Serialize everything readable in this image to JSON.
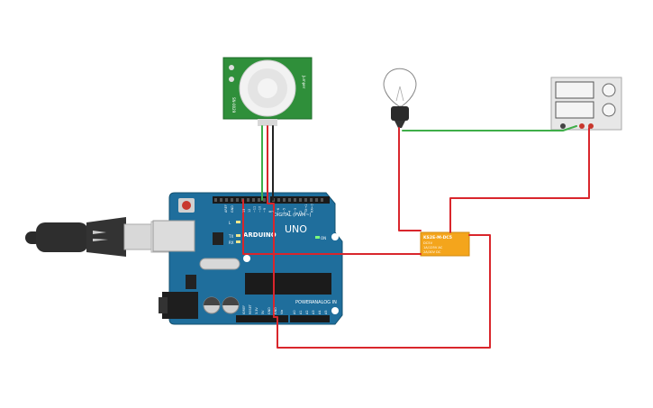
{
  "arduino": {
    "brand": "ARDUINO",
    "model": "UNO",
    "digital_header_label": "DIGITAL (PWM~)",
    "power_label": "POWER",
    "analog_label": "ANALOG IN",
    "tx_label": "TX",
    "rx_label": "RX",
    "on_label": "ON",
    "l_label": "L",
    "aref_label": "AREF",
    "gnd_label": "GND",
    "digital_pins": [
      "13",
      "12",
      "~11",
      "~10",
      "~9",
      "8",
      "7",
      "~6",
      "~5",
      "4",
      "~3",
      "2",
      "TX→1",
      "RX←0"
    ],
    "power_pins": [
      "IOREF",
      "RESET",
      "3.3V",
      "5V",
      "GND",
      "GND",
      "Vin"
    ],
    "analog_pins": [
      "A0",
      "A1",
      "A2",
      "A3",
      "A4",
      "A5"
    ]
  },
  "relay": {
    "line1": "KS2E-M-DC5",
    "line2": "DC5V",
    "line3": "1A/125V AC",
    "line4": "2A/30V DC"
  },
  "pir_sensor": {
    "left_text": "SN-0029",
    "right_text": "Jumper"
  },
  "colors": {
    "board": "#1f6e9c",
    "wire_red": "#d9262c",
    "wire_green": "#3fae49",
    "wire_black": "#222222",
    "relay": "#f4a51c",
    "pir_pcb": "#2f8f3a"
  }
}
